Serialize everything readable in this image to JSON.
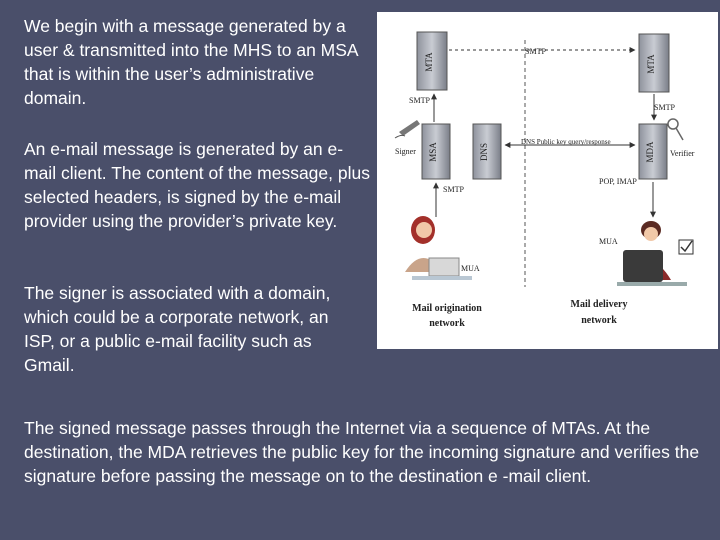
{
  "text": {
    "p1": "We begin with a message generated by a user & transmitted into the MHS to an MSA that is within the user’s administrative domain.",
    "p2": "An e-mail message is generated by an e-mail client. The content of the message, plus selected headers, is signed by the e-mail provider using the provider’s private key.",
    "p3": "The signer is associated with a domain, which could be a corporate network, an ISP, or a public e-mail facility such as Gmail.",
    "p4": "The signed message passes through the Internet via a sequence of MTAs. At the destination, the MDA retrieves the public key for the incoming signature and verifies the signature before passing the message on to the destination e -mail client."
  },
  "diagram": {
    "mta_left": "MTA",
    "mta_right": "MTA",
    "msa": "MSA",
    "dns": "DNS",
    "mda": "MDA",
    "smtp_top": "SMTP",
    "smtp_left": "SMTP",
    "smtp_right": "SMTP",
    "smtp_bottom": "SMTP",
    "dns_query": "DNS Public key query/response",
    "pop_imap": "POP, IMAP",
    "signer": "Signer",
    "verifier": "Verifier",
    "mua_left": "MUA",
    "mua_right": "MUA",
    "origination_1": "Mail origination",
    "origination_2": "network",
    "delivery_1": "Mail delivery",
    "delivery_2": "network"
  },
  "colors": {
    "background": "#4a4f6a",
    "text": "#ffffff",
    "server": "#b9bcc4"
  }
}
